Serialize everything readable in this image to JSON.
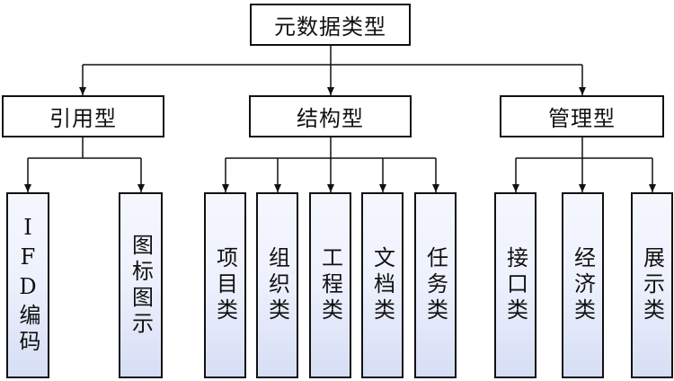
{
  "root": {
    "label": "元数据类型"
  },
  "categories": [
    {
      "label": "引用型",
      "items": [
        {
          "label": "IFD编码"
        },
        {
          "label": "图标图示"
        }
      ]
    },
    {
      "label": "结构型",
      "items": [
        {
          "label": "项目类"
        },
        {
          "label": "组织类"
        },
        {
          "label": "工程类"
        },
        {
          "label": "文档类"
        },
        {
          "label": "任务类"
        }
      ]
    },
    {
      "label": "管理型",
      "items": [
        {
          "label": "接口类"
        },
        {
          "label": "经济类"
        },
        {
          "label": "展示类"
        }
      ]
    }
  ]
}
